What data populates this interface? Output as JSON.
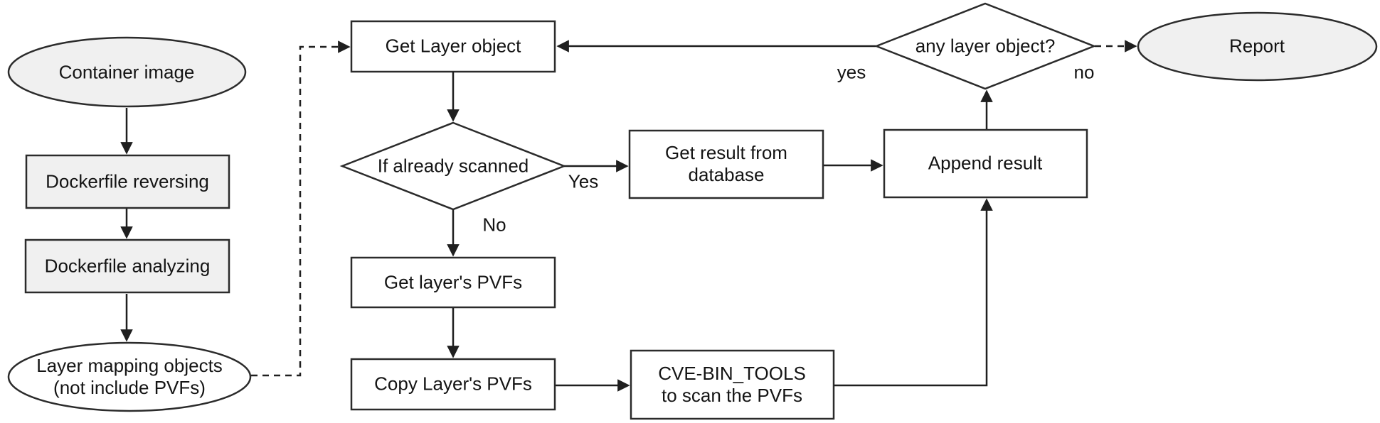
{
  "colors": {
    "node_gray_fill": "#f0f0f0",
    "node_white_fill": "#ffffff",
    "stroke": "#2b2b2b",
    "line": "#1f1f1f",
    "text": "#141414",
    "background": "#ffffff"
  },
  "nodes": {
    "container_image": {
      "label": "Container image",
      "shape": "ellipse"
    },
    "dockerfile_reversing": {
      "label": "Dockerfile reversing",
      "shape": "rect"
    },
    "dockerfile_analyzing": {
      "label": "Dockerfile analyzing",
      "shape": "rect"
    },
    "layer_mapping": {
      "label": "Layer mapping objects\n(not include PVFs)",
      "shape": "ellipse"
    },
    "get_layer_object": {
      "label": "Get Layer object",
      "shape": "rect"
    },
    "if_already_scanned": {
      "label": "If already scanned",
      "shape": "diamond"
    },
    "get_result_db": {
      "label": "Get result from\ndatabase",
      "shape": "rect"
    },
    "append_result": {
      "label": "Append result",
      "shape": "rect"
    },
    "get_layers_pvfs": {
      "label": "Get layer's PVFs",
      "shape": "rect"
    },
    "copy_layers_pvfs": {
      "label": "Copy Layer's PVFs",
      "shape": "rect"
    },
    "cve_bin_tools": {
      "label": "CVE-BIN_TOOLS\nto scan the PVFs",
      "shape": "rect"
    },
    "any_layer_object": {
      "label": "any layer object?",
      "shape": "diamond"
    },
    "report": {
      "label": "Report",
      "shape": "ellipse"
    }
  },
  "edge_labels": {
    "scanned_yes": "Yes",
    "scanned_no": "No",
    "loop_yes": "yes",
    "loop_no": "no"
  }
}
